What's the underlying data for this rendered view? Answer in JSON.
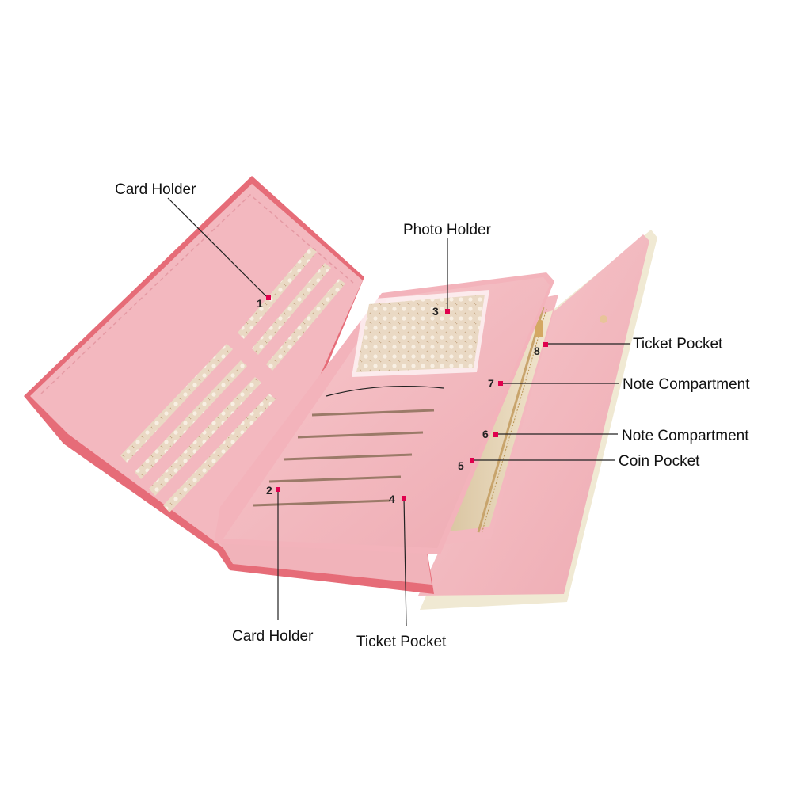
{
  "colors": {
    "body_pink": "#f3b8bf",
    "panel_pink": "#f7c4c9",
    "edge_coral": "#e66c78",
    "lining_gold": "#e8d7b9",
    "cream_edge": "#f1ecd9",
    "marker": "#e0004d",
    "leader": "#222222"
  },
  "callouts": [
    {
      "id": "card-holder-1",
      "number": "1",
      "label": "Card Holder"
    },
    {
      "id": "card-holder-2",
      "number": "2",
      "label": "Card Holder"
    },
    {
      "id": "photo-holder",
      "number": "3",
      "label": "Photo Holder"
    },
    {
      "id": "ticket-pocket-4",
      "number": "4",
      "label": "Ticket Pocket"
    },
    {
      "id": "coin-pocket",
      "number": "5",
      "label": "Coin Pocket"
    },
    {
      "id": "note-compartment-6",
      "number": "6",
      "label": "Note Compartment"
    },
    {
      "id": "note-compartment-7",
      "number": "7",
      "label": "Note Compartment"
    },
    {
      "id": "ticket-pocket-8",
      "number": "8",
      "label": "Ticket Pocket"
    }
  ]
}
